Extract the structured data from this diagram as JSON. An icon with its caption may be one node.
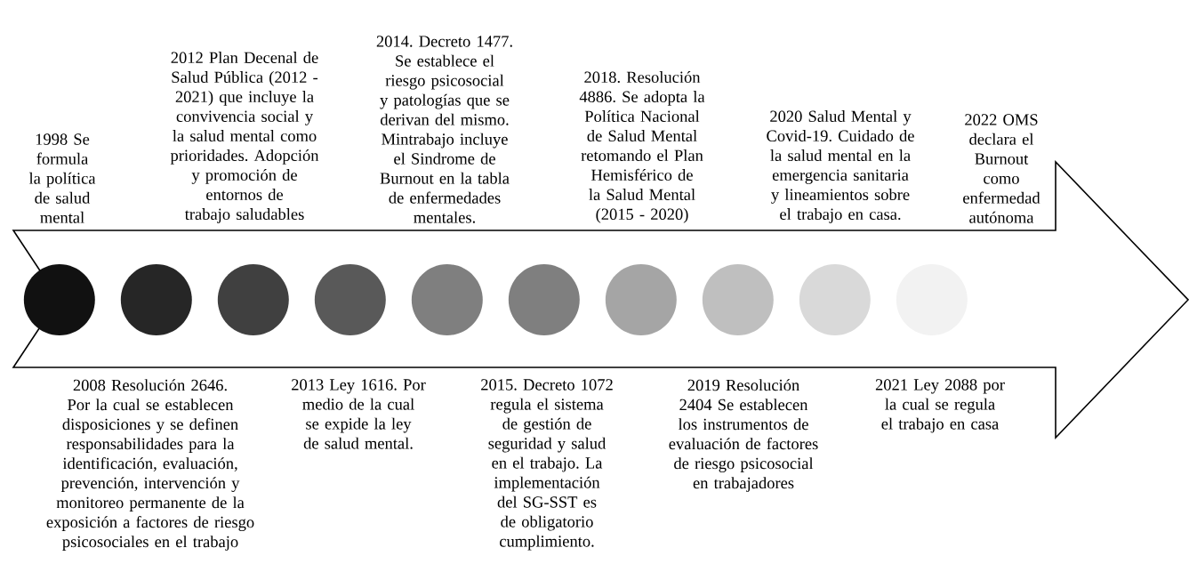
{
  "diagram": {
    "nodes": [
      {
        "text": [],
        "shape": "arrow"
      },
      {
        "text": [],
        "shape": "circle",
        "in": 0
      },
      {
        "text": [],
        "shape": "circle",
        "in": 0
      },
      {
        "text": [],
        "shape": "circle",
        "in": 0
      },
      {
        "text": [],
        "shape": "circle",
        "in": 0
      },
      {
        "text": [],
        "shape": "circle",
        "in": 0
      },
      {
        "text": [],
        "shape": "circle",
        "in": 0
      },
      {
        "text": [],
        "shape": "circle",
        "in": 0
      },
      {
        "text": [],
        "shape": "circle",
        "in": 0
      },
      {
        "text": [],
        "shape": "circle",
        "in": 0
      },
      {
        "text": [],
        "shape": "circle",
        "in": 0
      }
    ],
    "labels": [
      "1998 Se formula la política de salud mental",
      "2008 Resolución 2646. Por la cual se establecen disposiciones y se definen responsabilidades para la identificación, evaluación, prevención, intervención y monitoreo permanente de la exposición a factores de riesgo psicosociales en el trabajo",
      "2012 Plan Decenal de Salud Pública (2012 - 2021) que incluye la convivencia social y la salud mental como prioridades. Adopción y promoción de entornos de trabajo saludables",
      "2013 Ley 1616. Por medio de la cual se expide la ley de salud mental.",
      "2014. Decreto 1477. Se establece el riesgo psicosocial y patologías que se derivan del mismo. Mintrabajo incluye el Sindrome de Burnout en la tabla de enfermedades mentales.",
      "2015. Decreto 1072 regula el sistema de gestión de seguridad y salud en el trabajo. La implementación del SG-SST es de obligatorio cumplimiento.",
      "2018. Resolución 4886. Se adopta la Política Nacional de Salud Mental retomando el Plan Hemisférico de la Salud Mental (2015 - 2020)",
      "2019 Resolución 2404 Se establecen los instrumentos de evaluación de factores de riesgo psicosocial en trabajadores",
      "2020 Salud Mental y Covid-19. Cuidado de la salud mental en la emergencia sanitaria y lineamientos sobre el trabajo en casa.",
      "2021 Ley 2088 por la cual se regula el trabajo en casa",
      "2022 OMS declara el Burnout como enfermedad autónoma"
    ]
  }
}
